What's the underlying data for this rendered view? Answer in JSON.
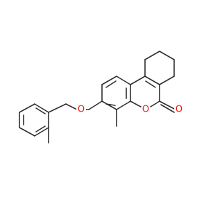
{
  "molecule": {
    "atoms": {
      "ring_oxygen": {
        "element": "O",
        "color": "#ff0d0d"
      },
      "ether_oxygen": {
        "element": "O",
        "color": "#ff0d0d"
      },
      "carbonyl_oxygen": {
        "element": "O",
        "color": "#ff0d0d"
      }
    },
    "bond_color": "#2e2e2e"
  }
}
